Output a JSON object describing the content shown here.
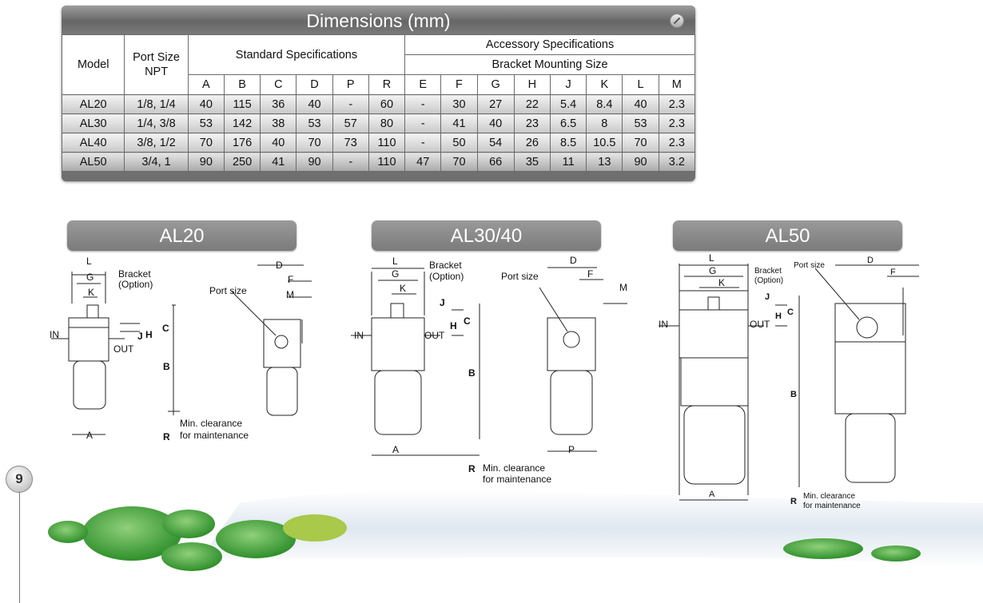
{
  "table": {
    "title": "Dimensions (mm)",
    "model_header": "Model",
    "port_header": "Port Size NPT",
    "standard_header": "Standard Specifications",
    "accessory_header": "Accessory Specifications",
    "bracket_header": "Bracket Mounting Size",
    "letters": [
      "A",
      "B",
      "C",
      "D",
      "P",
      "R",
      "E",
      "F",
      "G",
      "H",
      "J",
      "K",
      "L",
      "M"
    ],
    "rows": [
      [
        "AL20",
        "1/8, 1/4",
        "40",
        "115",
        "36",
        "40",
        "-",
        "60",
        "-",
        "30",
        "27",
        "22",
        "5.4",
        "8.4",
        "40",
        "2.3"
      ],
      [
        "AL30",
        "1/4, 3/8",
        "53",
        "142",
        "38",
        "53",
        "57",
        "80",
        "-",
        "41",
        "40",
        "23",
        "6.5",
        "8",
        "53",
        "2.3"
      ],
      [
        "AL40",
        "3/8, 1/2",
        "70",
        "176",
        "40",
        "70",
        "73",
        "110",
        "-",
        "50",
        "54",
        "26",
        "8.5",
        "10.5",
        "70",
        "2.3"
      ],
      [
        "AL50",
        "3/4, 1",
        "90",
        "250",
        "41",
        "90",
        "-",
        "110",
        "47",
        "70",
        "66",
        "35",
        "11",
        "13",
        "90",
        "3.2"
      ]
    ]
  },
  "sections": [
    "AL20",
    "AL30/40",
    "AL50"
  ],
  "labels": {
    "bracket": "Bracket",
    "option": "(Option)",
    "port_size": "Port size",
    "in": "IN",
    "out": "OUT",
    "min_clearance": "Min. clearance",
    "for_maintenance": "for maintenance",
    "A": "A",
    "B": "B",
    "C": "C",
    "D": "D",
    "F": "F",
    "G": "G",
    "H": "H",
    "J": "J",
    "K": "K",
    "L": "L",
    "M": "M",
    "P": "P",
    "R": "R"
  },
  "page_number": "9",
  "colors": {
    "header_gray": "#7b7b7b",
    "leaf_green": "#3fa63a",
    "water_blue": "#cfdbe6"
  }
}
